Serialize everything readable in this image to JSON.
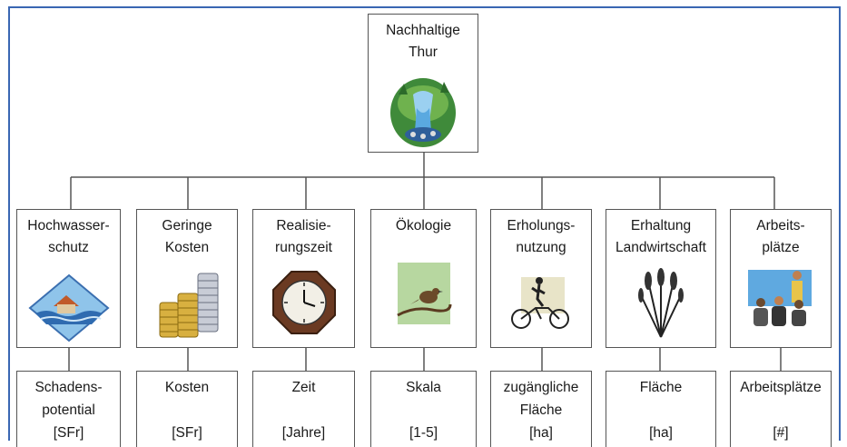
{
  "root": {
    "title": "Nachhaltige\nThur",
    "icon": "river-waterfall-icon"
  },
  "criteria": [
    {
      "label": "Hochwasser-\nschutz",
      "icon": "flooded-house-icon"
    },
    {
      "label": "Geringe\nKosten",
      "icon": "coin-stacks-icon"
    },
    {
      "label": "Realisie-\nrungszeit",
      "icon": "clock-icon"
    },
    {
      "label": "Ökologie",
      "icon": "bird-on-branch-icon"
    },
    {
      "label": "Erholungs-\nnutzung",
      "icon": "cyclist-icon"
    },
    {
      "label": "Erhaltung\nLandwirtschaft",
      "icon": "wheat-icon"
    },
    {
      "label": "Arbeits-\nplätze",
      "icon": "workers-meeting-icon"
    }
  ],
  "measures": [
    {
      "label": "Schadens-\npotential\n[SFr]"
    },
    {
      "label": "Kosten\n\n[SFr]"
    },
    {
      "label": "Zeit\n\n[Jahre]"
    },
    {
      "label": "Skala\n\n[1-5]"
    },
    {
      "label": "zugängliche\nFläche\n[ha]"
    },
    {
      "label": "Fläche\n\n[ha]"
    },
    {
      "label": "Arbeitsplätze\n\n[#]"
    }
  ],
  "colors": {
    "frame": "#3a67b3",
    "line": "#555555"
  }
}
